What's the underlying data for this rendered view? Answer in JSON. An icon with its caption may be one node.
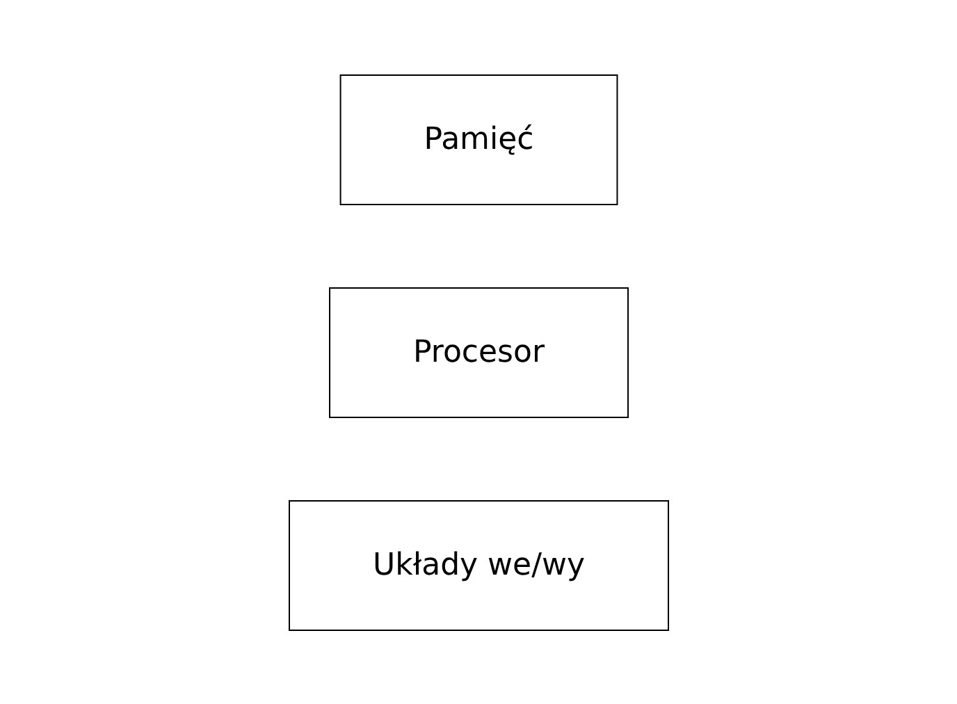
{
  "diagram": {
    "nodes": [
      {
        "text": [
          "Pamięć"
        ]
      },
      {
        "text": [
          "Procesor"
        ]
      },
      {
        "text": [
          "Układy we/wy"
        ]
      }
    ]
  }
}
